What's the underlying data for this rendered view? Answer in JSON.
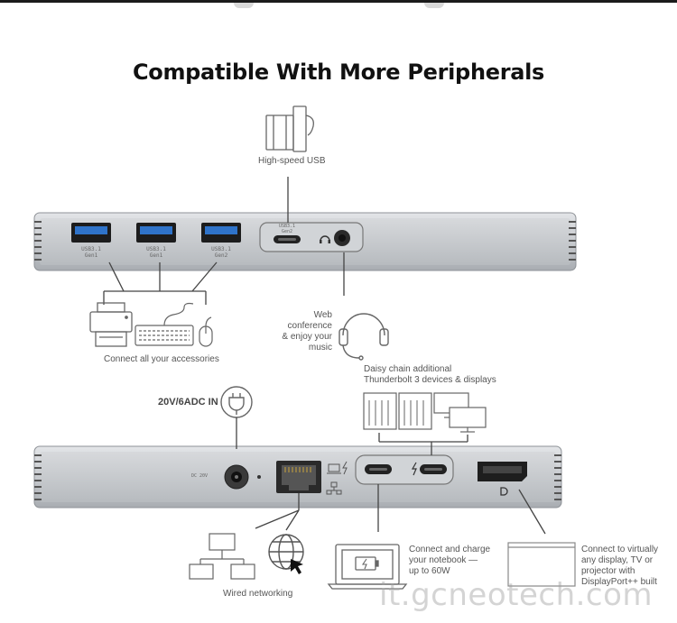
{
  "title": "Compatible With More Peripherals",
  "labels": {
    "high_speed_usb": "High-speed USB",
    "accessories": "Connect all your accessories",
    "web_conference": [
      "Web",
      "conference",
      "& enjoy your",
      "music"
    ],
    "daisy_chain": [
      "Daisy chain additional",
      "Thunderbolt 3 devices & displays"
    ],
    "power_in": "20V/6ADC IN",
    "wired_networking": "Wired networking",
    "charge_notebook": [
      "Connect and charge",
      "your notebook —",
      "up to 60W"
    ],
    "connect_display": [
      "Connect to virtually",
      "any display, TV or",
      "projector with",
      "DisplayPort++ built"
    ]
  },
  "ports": {
    "usb_a": [
      {
        "line1": "USB3.1",
        "line2": "Gen1"
      },
      {
        "line1": "USB3.1",
        "line2": "Gen1"
      },
      {
        "line1": "USB3.1",
        "line2": "Gen2"
      }
    ],
    "usb_c": {
      "line1": "USB3.1",
      "line2": "Gen2"
    },
    "dc_label": "DC 20V"
  },
  "watermark": "it.gcneotech.com",
  "colors": {
    "hub_body": "#c9ccd0",
    "usb_blue": "#2f73c9",
    "line": "#444444",
    "icon_stroke": "#666666"
  }
}
